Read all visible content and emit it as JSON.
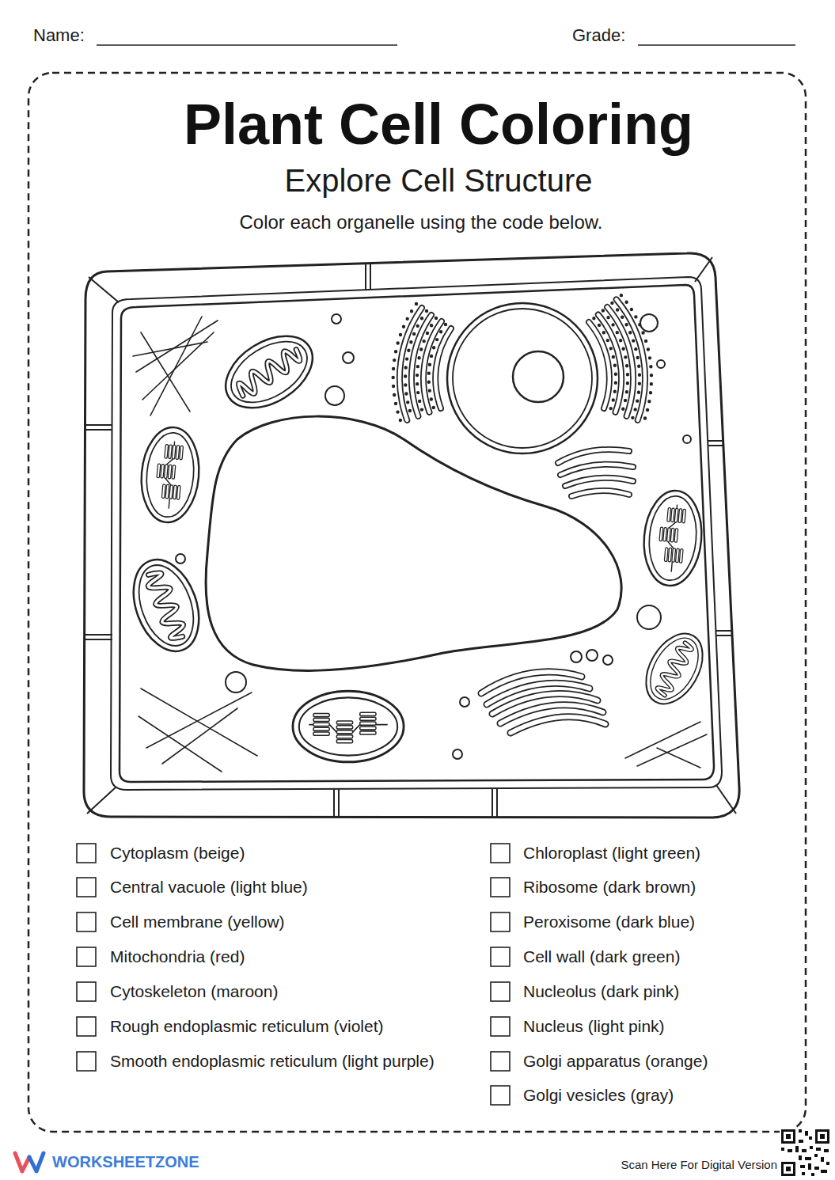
{
  "diagram": {
    "title": "Plant Cell Coloring",
    "labels": [
      "Name:",
      "Grade:",
      "Explore Cell Structure",
      "Color each organelle using the code below.",
      "Cytoplasm (beige)",
      "Central vacuole (light blue)",
      "Cell membrane (yellow)",
      "Mitochondria (red)",
      "Cytoskeleton (maroon)",
      "Rough endoplasmic reticulum (violet)",
      "Smooth endoplasmic reticulum (light purple)",
      "Chloroplast (light green)",
      "Ribosome (dark brown)",
      "Peroxisome (dark blue)",
      "Cell wall (dark green)",
      "Nucleolus (dark pink)",
      "Nucleus (light pink)",
      "Golgi apparatus (orange)",
      "Golgi vesicles (gray)",
      "WORKSHEETZONE",
      "Scan Here For Digital Version"
    ]
  }
}
